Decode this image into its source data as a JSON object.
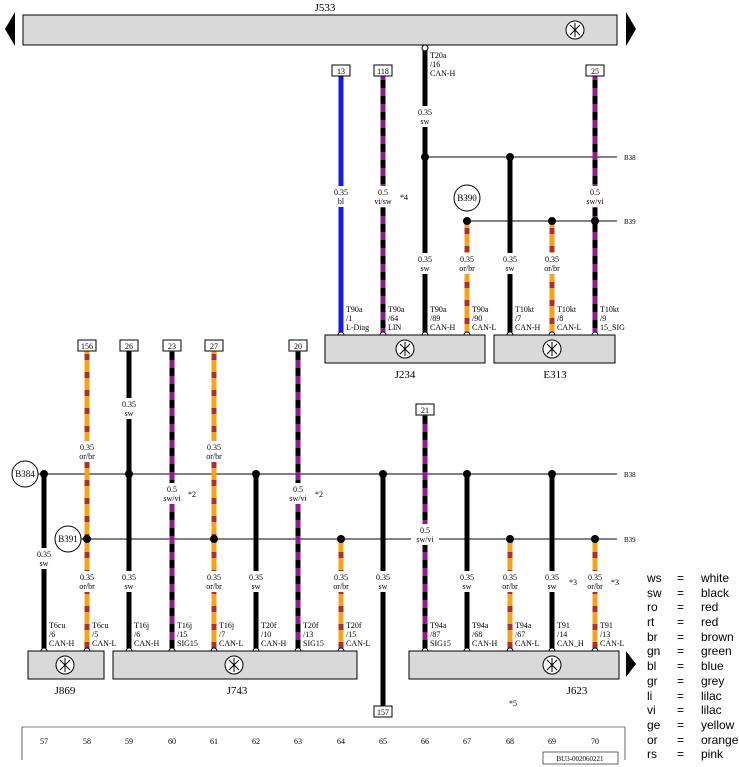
{
  "top_bus": {
    "label": "J533"
  },
  "components": [
    {
      "id": "J234",
      "label": "J234"
    },
    {
      "id": "E313",
      "label": "E313"
    },
    {
      "id": "J869",
      "label": "J869"
    },
    {
      "id": "J743",
      "label": "J743"
    },
    {
      "id": "J623",
      "label": "J623"
    }
  ],
  "bus_lines": {
    "b38": "B38",
    "b39": "B39"
  },
  "connectors": [
    {
      "id": "B390",
      "label": "B390"
    },
    {
      "id": "B384",
      "label": "B384"
    },
    {
      "id": "B391",
      "label": "B391"
    }
  ],
  "wires": [
    {
      "id": "w13",
      "top_box": "13",
      "color": "#1a1adb",
      "pattern": "solid",
      "size": "0.35",
      "code": "bl",
      "pin": [
        "T90a",
        "/1",
        "L-Diag"
      ]
    },
    {
      "id": "w118",
      "top_box": "118",
      "color": "#8e1e8e",
      "pattern": "svi",
      "size": "0.5",
      "code": "vi/sw",
      "pin": [
        "T90a",
        "/64",
        "LIN"
      ],
      "note": "*4"
    },
    {
      "id": "w_canh_j234",
      "top_pin": [
        "T20a",
        "/16",
        "CAN-H"
      ],
      "color": "#000",
      "pattern": "solid",
      "size": "0.35",
      "code": "sw",
      "size2": "0.35",
      "code2": "sw",
      "pin": [
        "T90a",
        "/89",
        "CAN-H"
      ]
    },
    {
      "id": "w_canl_j234",
      "color": "#f2a41e",
      "pattern": "orbr",
      "size": "0.35",
      "code": "or/br",
      "pin": [
        "T90a",
        "/90",
        "CAN-L"
      ]
    },
    {
      "id": "w_canh_e313",
      "color": "#000",
      "pattern": "solid",
      "size": "0.35",
      "code": "sw",
      "pin": [
        "T10kt",
        "/7",
        "CAN-H"
      ]
    },
    {
      "id": "w_canl_e313",
      "color": "#f2a41e",
      "pattern": "orbr",
      "size": "0.35",
      "code": "or/br",
      "pin": [
        "T10kt",
        "/8",
        "CAN-L"
      ]
    },
    {
      "id": "w25",
      "top_box": "25",
      "color": "#8e1e8e",
      "pattern": "svi",
      "size": "0.5",
      "code": "sw/vi",
      "pin": [
        "T10kt",
        "/9",
        "15_SIG"
      ]
    },
    {
      "id": "w57",
      "color": "#000",
      "pattern": "solid",
      "size": "0.35",
      "code": "sw",
      "pin": [
        "T6cu",
        "/6",
        "CAN-H"
      ]
    },
    {
      "id": "w58",
      "top_box": "156",
      "color": "#f2a41e",
      "pattern": "orbr",
      "size": "0.35",
      "code": "or/br",
      "size2": "0.35",
      "code2": "or/br",
      "pin": [
        "T6cu",
        "/5",
        "CAN-L"
      ]
    },
    {
      "id": "w59",
      "top_box": "26",
      "color": "#000",
      "pattern": "solid",
      "size": "0.35",
      "code": "sw",
      "size2": "0.35",
      "code2": "sw",
      "pin": [
        "T16j",
        "/6",
        "CAN-H"
      ]
    },
    {
      "id": "w60",
      "top_box": "23",
      "color": "#8e1e8e",
      "pattern": "svi",
      "size": "0.5",
      "code": "sw/vi",
      "note": "*2",
      "pin": [
        "T16j",
        "/15",
        "SIG15"
      ]
    },
    {
      "id": "w61",
      "top_box": "27",
      "color": "#f2a41e",
      "pattern": "orbr",
      "size": "0.35",
      "code": "or/br",
      "size2": "0.35",
      "code2": "or/br",
      "pin": [
        "T16j",
        "/7",
        "CAN-L"
      ]
    },
    {
      "id": "w62",
      "color": "#000",
      "pattern": "solid",
      "size": "0.35",
      "code": "sw",
      "pin": [
        "T20f",
        "/10",
        "CAN-H"
      ]
    },
    {
      "id": "w63",
      "top_box": "20",
      "color": "#8e1e8e",
      "pattern": "svi",
      "size": "0.5",
      "code": "sw/vi",
      "note": "*2",
      "pin": [
        "T20f",
        "/13",
        "SIG15"
      ]
    },
    {
      "id": "w64",
      "color": "#f2a41e",
      "pattern": "orbr",
      "size": "0.35",
      "code": "or/br",
      "pin": [
        "T20f",
        "/15",
        "CAN-L"
      ]
    },
    {
      "id": "w65",
      "bottom_box": "157",
      "color": "#000",
      "pattern": "solid",
      "size": "0.35",
      "code": "sw"
    },
    {
      "id": "w66",
      "top_box": "21",
      "color": "#8e1e8e",
      "pattern": "svi",
      "size": "0.5",
      "code": "sw/vi",
      "pin": [
        "T94a",
        "/87",
        "SIG15"
      ]
    },
    {
      "id": "w67",
      "color": "#000",
      "pattern": "solid",
      "size": "0.35",
      "code": "sw",
      "pin": [
        "T94a",
        "/68",
        "CAN-H"
      ]
    },
    {
      "id": "w68",
      "color": "#f2a41e",
      "pattern": "orbr",
      "size": "0.35",
      "code": "or/br",
      "pin": [
        "T94a",
        "/67",
        "CAN-L"
      ]
    },
    {
      "id": "w69",
      "color": "#000",
      "pattern": "solid",
      "size": "0.35",
      "code": "sw",
      "note": "*3",
      "pin": [
        "T91",
        "/14",
        "CAN_H"
      ]
    },
    {
      "id": "w70",
      "color": "#f2a41e",
      "pattern": "orbr",
      "size": "0.35",
      "code": "or/br",
      "note": "*3",
      "pin": [
        "T91",
        "/13",
        "CAN-L"
      ]
    }
  ],
  "footnote_j623": "*5",
  "columns": [
    "57",
    "58",
    "59",
    "60",
    "61",
    "62",
    "63",
    "64",
    "65",
    "66",
    "67",
    "68",
    "69",
    "70"
  ],
  "doc_id": "BU3-002060221",
  "legend": [
    {
      "code": "ws",
      "eq": "=",
      "name": "white"
    },
    {
      "code": "sw",
      "eq": "=",
      "name": "black"
    },
    {
      "code": "ro",
      "eq": "=",
      "name": "red"
    },
    {
      "code": "rt",
      "eq": "=",
      "name": "red"
    },
    {
      "code": "br",
      "eq": "=",
      "name": "brown"
    },
    {
      "code": "gn",
      "eq": "=",
      "name": "green"
    },
    {
      "code": "bl",
      "eq": "=",
      "name": "blue"
    },
    {
      "code": "gr",
      "eq": "=",
      "name": "grey"
    },
    {
      "code": "li",
      "eq": "=",
      "name": "lilac"
    },
    {
      "code": "vi",
      "eq": "=",
      "name": "lilac"
    },
    {
      "code": "ge",
      "eq": "=",
      "name": "yellow"
    },
    {
      "code": "or",
      "eq": "=",
      "name": "orange"
    },
    {
      "code": "rs",
      "eq": "=",
      "name": "pink"
    }
  ]
}
